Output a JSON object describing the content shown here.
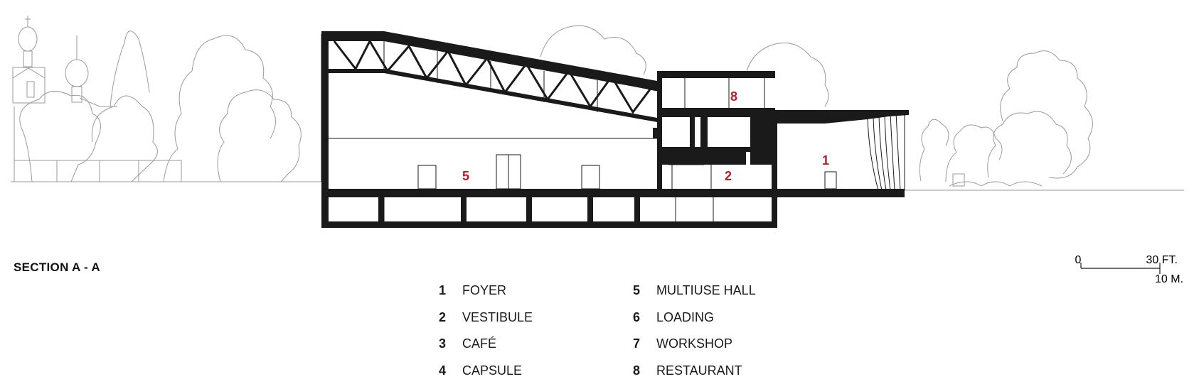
{
  "title": "SECTION A - A",
  "room_color": "#c0182a",
  "rooms": [
    {
      "number": "1",
      "name": "FOYER"
    },
    {
      "number": "2",
      "name": "VESTIBULE"
    },
    {
      "number": "3",
      "name": "CAFÉ"
    },
    {
      "number": "4",
      "name": "CAPSULE"
    },
    {
      "number": "5",
      "name": "MULTIUSE HALL"
    },
    {
      "number": "6",
      "name": "LOADING"
    },
    {
      "number": "7",
      "name": "WORKSHOP"
    },
    {
      "number": "8",
      "name": "RESTAURANT"
    }
  ],
  "section_tags": {
    "foyer": "1",
    "vestibule": "2",
    "multiuse_hall": "5",
    "restaurant": "8"
  },
  "scale_bar": {
    "zero": "0",
    "imperial": "30 FT.",
    "metric": "10 M."
  }
}
